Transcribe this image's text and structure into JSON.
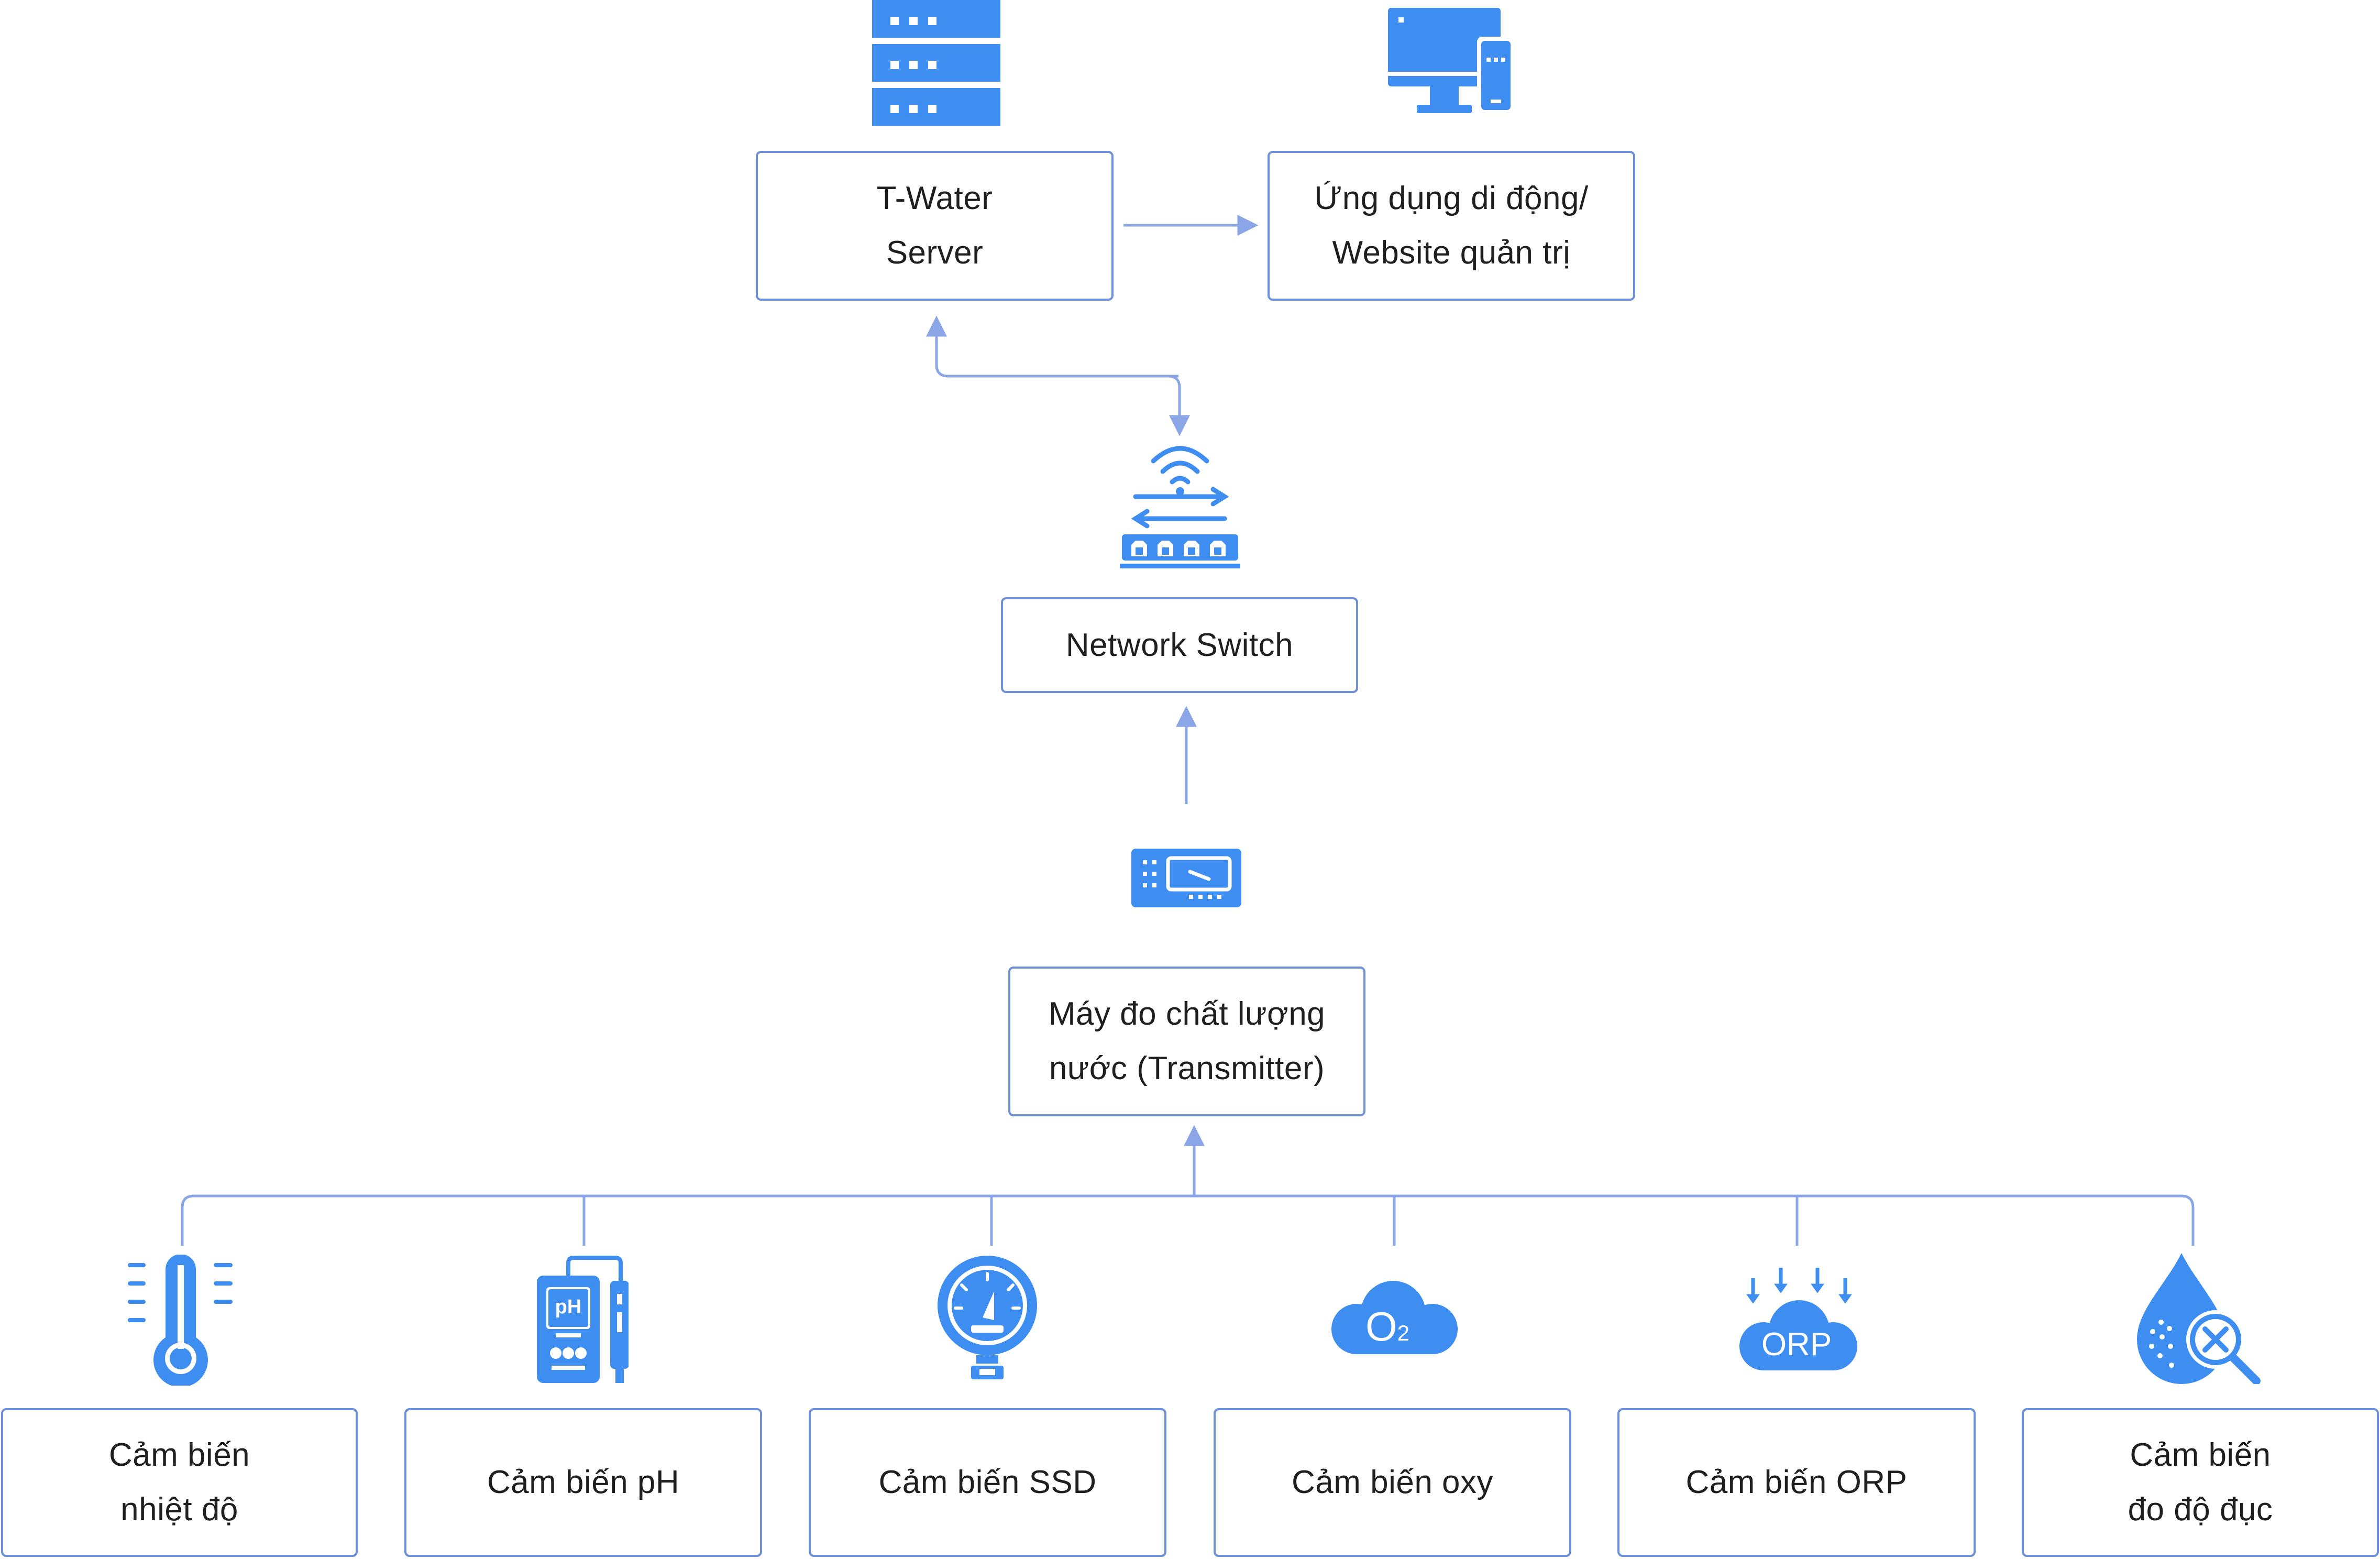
{
  "nodes": {
    "server": "T-Water\nServer",
    "app": "Ứng dụng di động/\nWebsite quản trị",
    "switch": "Network Switch",
    "transmitter": "Máy đo chất lượng\nnước (Transmitter)",
    "sensors": [
      "Cảm biến\nnhiệt độ",
      "Cảm biến pH",
      "Cảm biến SSD",
      "Cảm biến oxy",
      "Cảm biến ORP",
      "Cảm biến\nđo độ đục"
    ]
  },
  "icon_text": {
    "ph": "pH",
    "o2": "O",
    "o2_sub": "2",
    "orp": "ORP"
  },
  "icons": [
    "server-icon",
    "devices-icon",
    "network-switch-icon",
    "transmitter-icon",
    "thermometer-icon",
    "ph-meter-icon",
    "pressure-gauge-icon",
    "o2-cloud-icon",
    "orp-cloud-icon",
    "turbidity-drop-icon"
  ],
  "colors": {
    "icon": "#3d8ef0",
    "border": "#6e8fd9",
    "connector": "#8aa6e6",
    "text": "#1f1f1f"
  }
}
